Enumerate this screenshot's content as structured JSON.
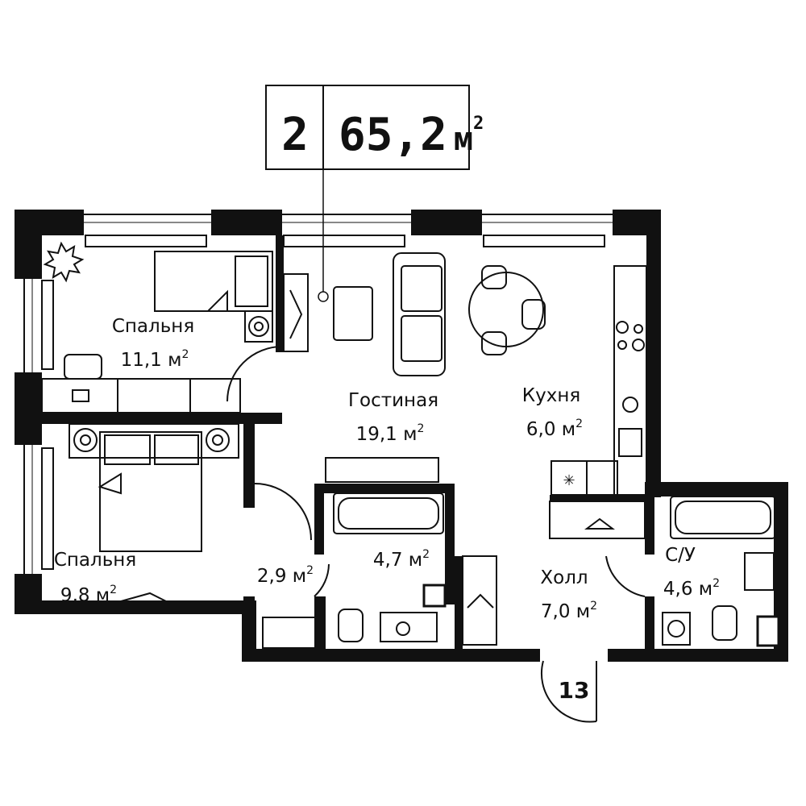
{
  "header": {
    "rooms_count": "2",
    "area_value": "65,2",
    "area_unit": "м",
    "area_unit_sup": "2"
  },
  "apartment_number": "13",
  "rooms": [
    {
      "name": "Спальня",
      "area": "11,1 м",
      "sup": "2"
    },
    {
      "name": "Гостиная",
      "area": "19,1 м",
      "sup": "2"
    },
    {
      "name": "Кухня",
      "area": "6,0 м",
      "sup": "2"
    },
    {
      "name": "Спальня",
      "area": "9,8 м",
      "sup": "2"
    },
    {
      "name": "",
      "area": "2,9 м",
      "sup": "2"
    },
    {
      "name": "",
      "area": "4,7 м",
      "sup": "2"
    },
    {
      "name": "Холл",
      "area": "7,0 м",
      "sup": "2"
    },
    {
      "name": "С/У",
      "area": "4,6 м",
      "sup": "2"
    }
  ],
  "colors": {
    "wall": "#111111",
    "background": "#ffffff"
  }
}
